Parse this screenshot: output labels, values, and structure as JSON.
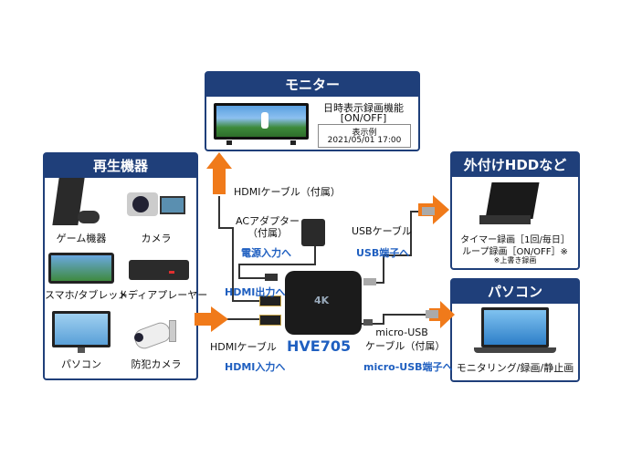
{
  "monitor": {
    "title": "モニター",
    "feature_line1": "日時表示録画機能",
    "feature_line2": "[ON/OFF]",
    "example_title": "表示例",
    "example_value": "2021/05/01 17:00"
  },
  "playback": {
    "title": "再生機器",
    "items": [
      "ゲーム機器",
      "カメラ",
      "スマホ/タブレット",
      "メディアプレーヤー",
      "パソコン",
      "防犯カメラ"
    ]
  },
  "hdd": {
    "title": "外付けHDDなど",
    "line1": "タイマー録画［1回/毎日］",
    "line2": "ループ録画［ON/OFF］※",
    "note": "※上書き録画"
  },
  "pc": {
    "title": "パソコン",
    "caption": "モニタリング/録画/静止画"
  },
  "cables": {
    "hdmi_included": "HDMIケーブル（付属）",
    "ac_adapter_line1": "ACアダプター",
    "ac_adapter_line2": "（付属）",
    "power_in": "電源入力へ",
    "hdmi_out": "HDMI出力へ",
    "usb_cable": "USBケーブル",
    "usb_port": "USB端子へ",
    "hdmi_cable": "HDMIケーブル",
    "hdmi_in": "HDMI入力へ",
    "micro_usb_line1": "micro-USB",
    "micro_usb_line2": "ケーブル（付属）",
    "micro_usb_port": "micro-USB端子へ"
  },
  "device": {
    "name": "HVE705",
    "badge": "4K"
  },
  "colors": {
    "panel_blue": "#1f3f7a",
    "label_blue": "#1f5fc0",
    "arrow_orange": "#f07a1a"
  }
}
